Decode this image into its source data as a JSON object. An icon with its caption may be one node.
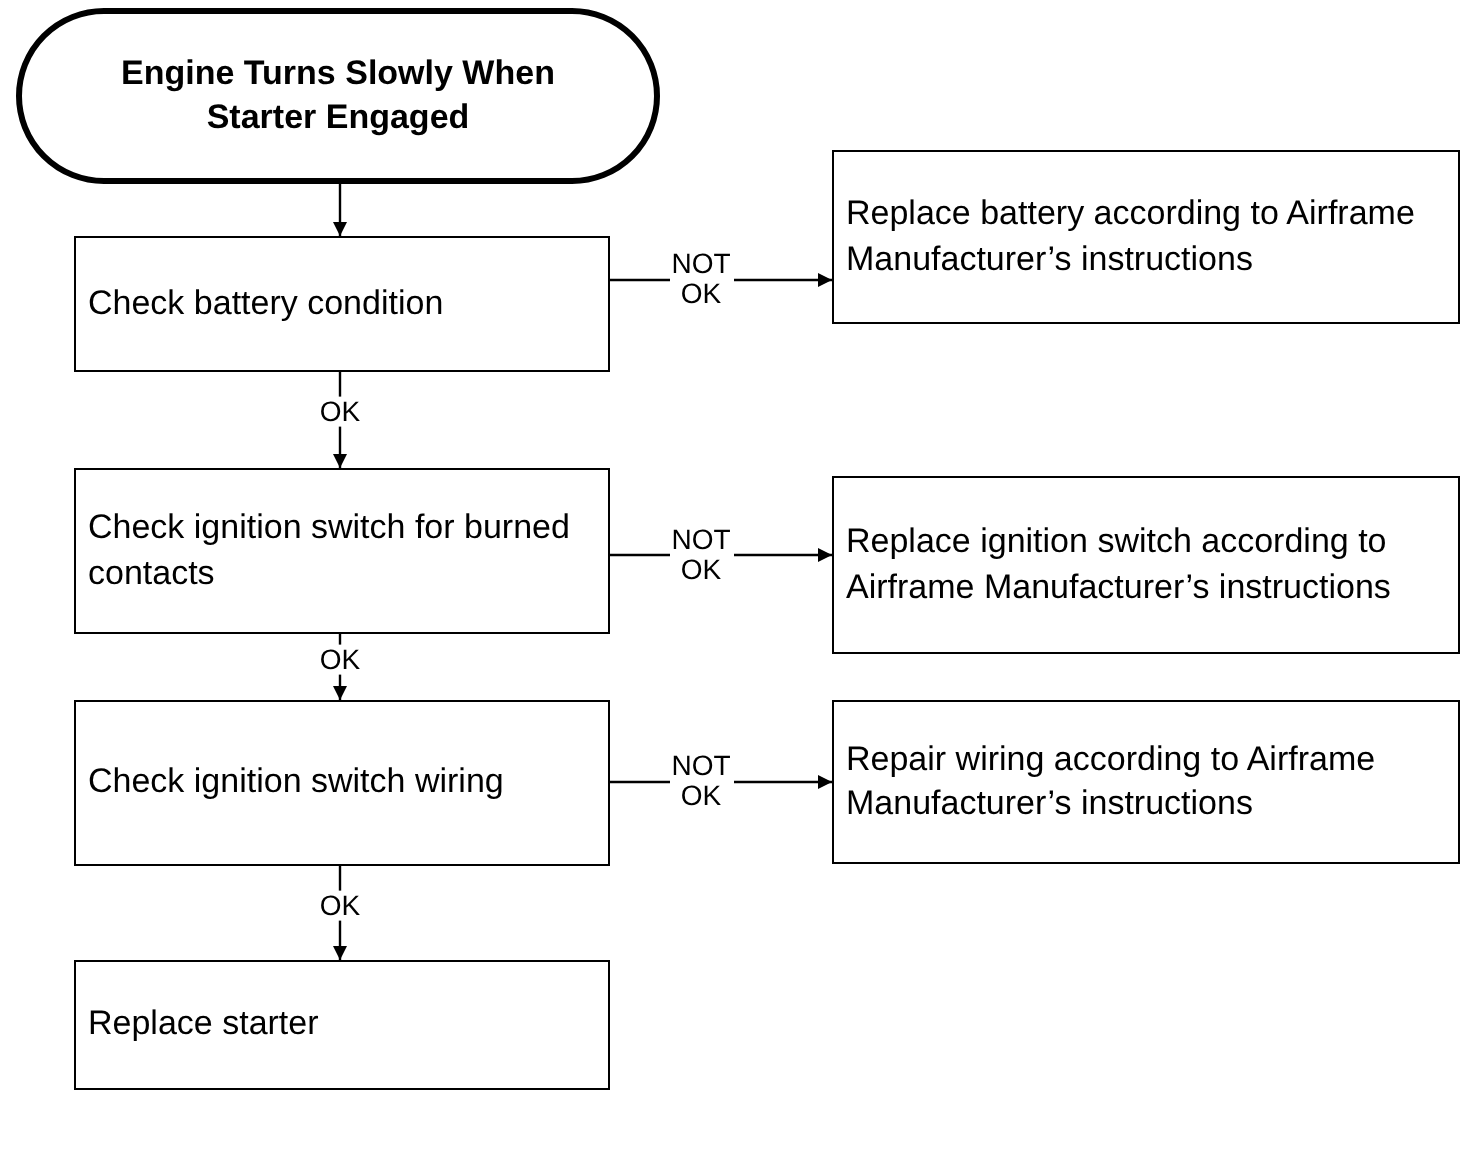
{
  "diagram": {
    "nodes": [
      {
        "text": [
          "Engine Turns Slowly When Starter Engaged"
        ]
      },
      {
        "text": [
          "Check battery condition"
        ]
      },
      {
        "text": [
          "Replace battery according to Airframe Manufacturer’s instructions"
        ]
      },
      {
        "text": [
          "Check ignition switch for burned contacts"
        ]
      },
      {
        "text": [
          "Replace ignition switch according to  Airframe Manufacturer’s instructions"
        ]
      },
      {
        "text": [
          "Check ignition switch wiring"
        ]
      },
      {
        "text": [
          "Repair wiring according to Airframe Manufacturer’s instructions"
        ]
      },
      {
        "text": [
          "Replace starter"
        ]
      }
    ],
    "edges": [
      {
        "from": 0,
        "to": 1,
        "arrow": "to"
      },
      {
        "from": 1,
        "to": 2,
        "arrow": "to",
        "label": "NOT OK"
      },
      {
        "from": 1,
        "to": 3,
        "arrow": "to",
        "label": "OK"
      },
      {
        "from": 3,
        "to": 4,
        "arrow": "to",
        "label": "NOT OK"
      },
      {
        "from": 3,
        "to": 5,
        "arrow": "to",
        "label": "OK"
      },
      {
        "from": 5,
        "to": 6,
        "arrow": "to",
        "label": "NOT OK"
      },
      {
        "from": 5,
        "to": 7,
        "arrow": "to",
        "label": "OK"
      }
    ]
  }
}
